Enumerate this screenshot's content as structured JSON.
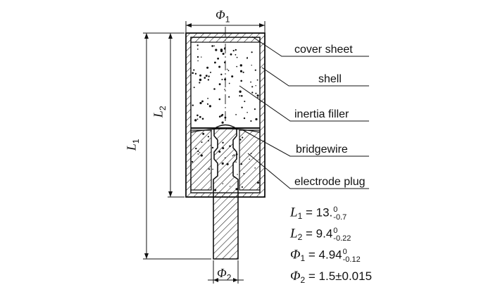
{
  "labels": {
    "cover_sheet": "cover sheet",
    "shell": "shell",
    "inertia_filler": "inertia filler",
    "bridgewire": "bridgewire",
    "electrode_plug": "electrode plug"
  },
  "dimensions": {
    "phi1": {
      "sym": "Φ",
      "sub": "1"
    },
    "phi2": {
      "sym": "Φ",
      "sub": "2"
    },
    "l1": {
      "sym": "L",
      "sub": "1"
    },
    "l2": {
      "sym": "L",
      "sub": "2"
    }
  },
  "specs": [
    {
      "sym": "L",
      "sub": "1",
      "eq": " = 13.",
      "upper": "0",
      "lower": "-0.7",
      "tail": ""
    },
    {
      "sym": "L",
      "sub": "2",
      "eq": " = 9.4",
      "upper": "0",
      "lower": "-0.22",
      "tail": ""
    },
    {
      "sym": "Φ",
      "sub": "1",
      "eq": " = 4.94",
      "upper": "0",
      "lower": "-0.12",
      "tail": ""
    },
    {
      "sym": "Φ",
      "sub": "2",
      "eq": " = 1.5",
      "upper": "",
      "lower": "",
      "tail": "±0.015"
    }
  ],
  "colors": {
    "line": "#111111",
    "background": "#ffffff"
  }
}
